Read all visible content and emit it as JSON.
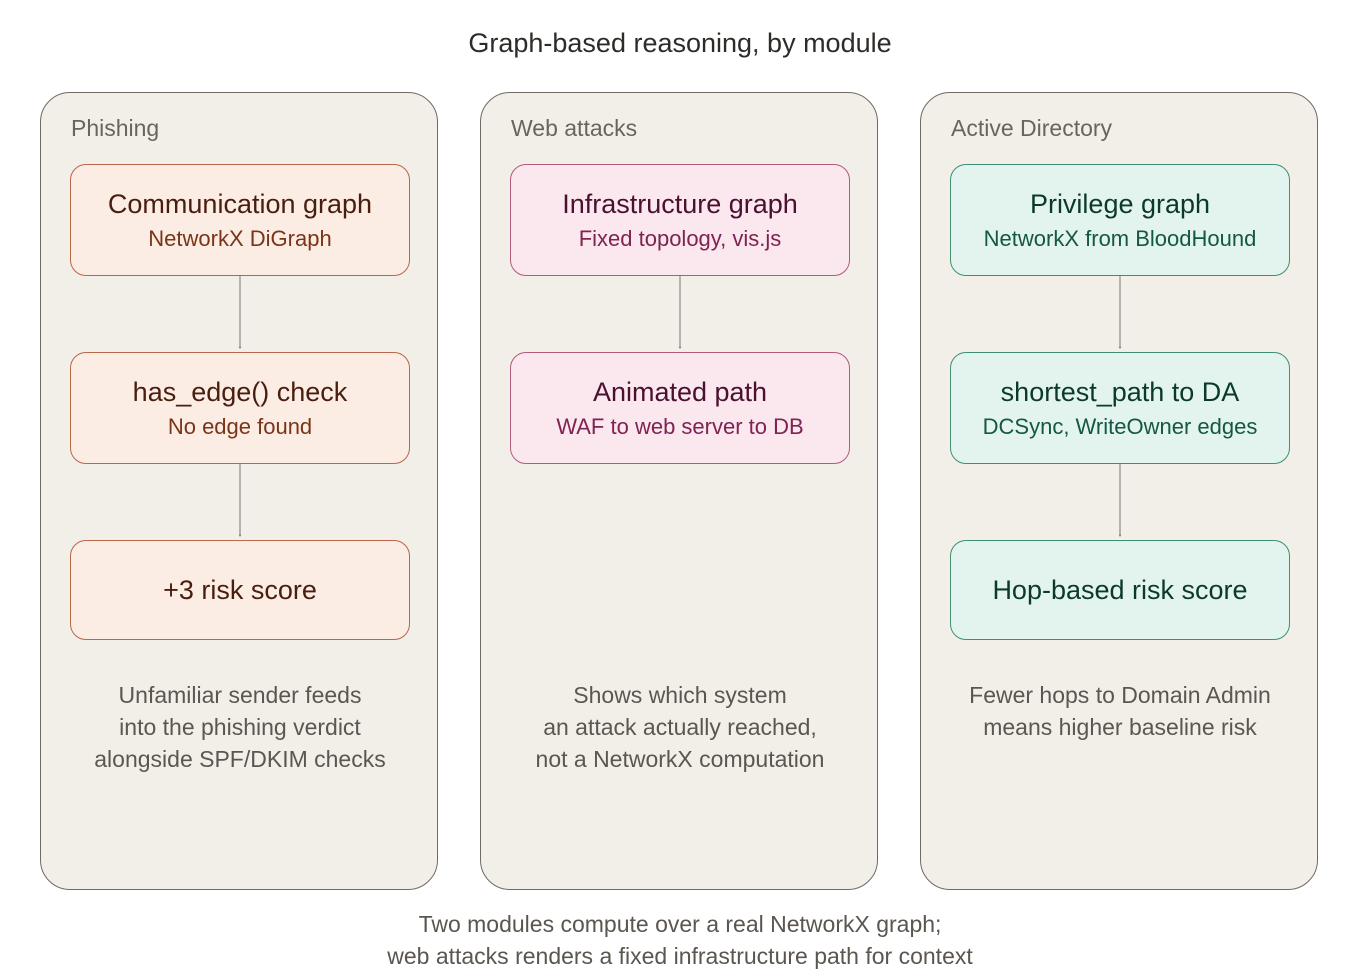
{
  "title": "Graph-based reasoning, by module",
  "colors": {
    "panel_bg": "#f2efe9",
    "phishing_fill": "#fbece4",
    "phishing_stroke": "#b8674a",
    "web_fill": "#fbe7ee",
    "web_stroke": "#b35a7d",
    "ad_fill": "#e3f4ee",
    "ad_stroke": "#3f8f74"
  },
  "panels": [
    {
      "label": "Phishing",
      "nodes": [
        {
          "title": "Communication graph",
          "subtitle": "NetworkX DiGraph"
        },
        {
          "title": "has_edge() check",
          "subtitle": "No edge found"
        },
        {
          "title": "+3 risk score"
        }
      ],
      "note": [
        "Unfamiliar sender feeds",
        "into the phishing verdict",
        "alongside SPF/DKIM checks"
      ]
    },
    {
      "label": "Web attacks",
      "nodes": [
        {
          "title": "Infrastructure graph",
          "subtitle": "Fixed topology, vis.js"
        },
        {
          "title": "Animated path",
          "subtitle": "WAF to web server to DB"
        }
      ],
      "note": [
        "Shows which system",
        "an attack actually reached,",
        "not a NetworkX computation"
      ]
    },
    {
      "label": "Active Directory",
      "nodes": [
        {
          "title": "Privilege graph",
          "subtitle": "NetworkX from BloodHound"
        },
        {
          "title": "shortest_path to DA",
          "subtitle": "DCSync, WriteOwner edges"
        },
        {
          "title": "Hop-based risk score"
        }
      ],
      "note": [
        "Fewer hops to Domain Admin",
        "means higher baseline risk"
      ]
    }
  ],
  "footer": [
    "Two modules compute over a real NetworkX graph;",
    "web attacks renders a fixed infrastructure path for context"
  ]
}
